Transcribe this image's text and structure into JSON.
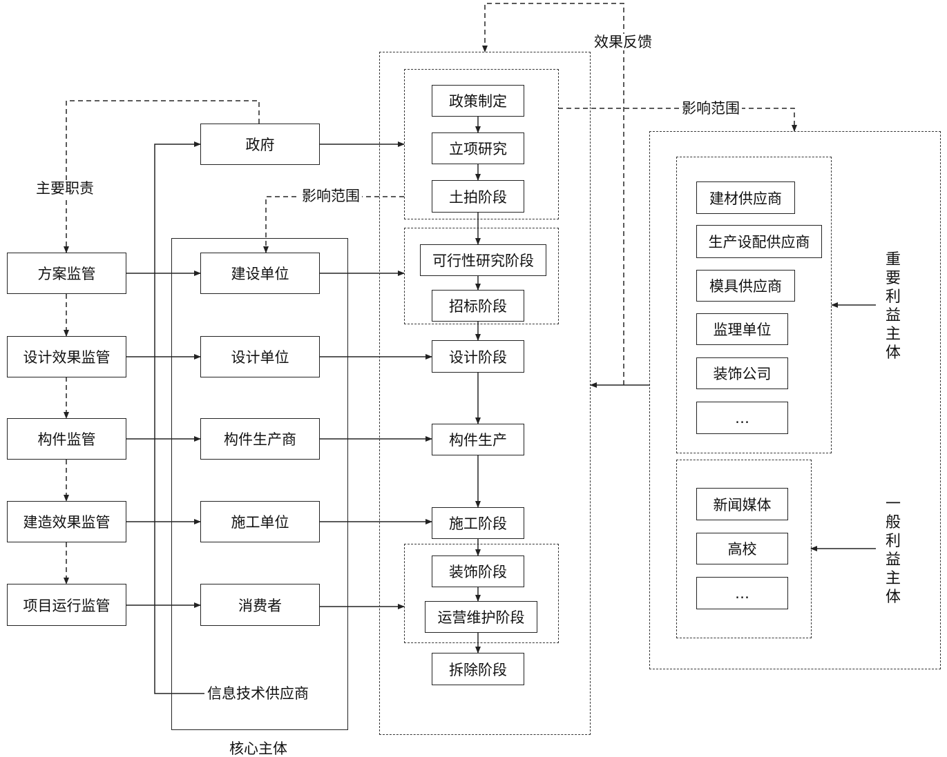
{
  "supervision": [
    "方案监管",
    "设计效果监管",
    "构件监管",
    "建造效果监管",
    "项目运行监管"
  ],
  "government": "政府",
  "core_units": [
    "建设单位",
    "设计单位",
    "构件生产商",
    "施工单位",
    "消费者"
  ],
  "it_supplier": "信息技术供应商",
  "core_subject_label": "核心主体",
  "stages": {
    "group1": [
      "政策制定",
      "立项研究",
      "土拍阶段"
    ],
    "group2": [
      "可行性研究阶段",
      "招标阶段"
    ],
    "middle": [
      "设计阶段",
      "构件生产",
      "施工阶段"
    ],
    "group3": [
      "装饰阶段",
      "运营维护阶段"
    ],
    "last": "拆除阶段"
  },
  "important_stakeholders": [
    "建材供应商",
    "生产设配供应商",
    "模具供应商",
    "监理单位",
    "装饰公司",
    "…"
  ],
  "general_stakeholders": [
    "新闻媒体",
    "高校",
    "…"
  ],
  "important_label": "重要利益主体",
  "general_label": "一般利益主体",
  "labels": {
    "main_duty": "主要职责",
    "influence_scope_left": "影响范围",
    "influence_scope_right": "影响范围",
    "feedback": "效果反馈"
  }
}
